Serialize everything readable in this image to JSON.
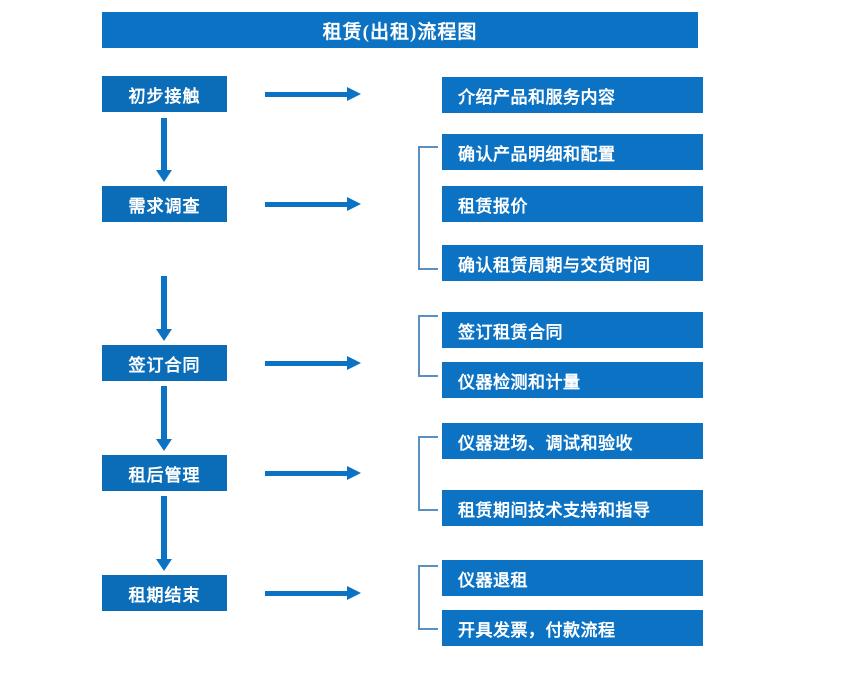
{
  "chart_data": {
    "type": "diagram",
    "diagram_kind": "flowchart",
    "title": "租赁(出租)流程图",
    "orientation": "vertical-stages-with-horizontal-details",
    "stages": [
      {
        "label": "初步接触",
        "details": [
          "介绍产品和服务内容"
        ]
      },
      {
        "label": "需求调查",
        "details": [
          "确认产品明细和配置",
          "租赁报价",
          "确认租赁周期与交货时间"
        ]
      },
      {
        "label": "签订合同",
        "details": [
          "签订租赁合同",
          "仪器检测和计量"
        ]
      },
      {
        "label": "租后管理",
        "details": [
          "仪器进场、调试和验收",
          "租赁期间技术支持和指导"
        ]
      },
      {
        "label": "租期结束",
        "details": [
          "仪器退租",
          "开具发票，付款流程"
        ]
      }
    ]
  },
  "colors": {
    "title_bar": "#0b72c4",
    "stage_box": "#0b6cb8",
    "detail_box": "#0b72c4",
    "arrow": "#0b72c4",
    "bracket": "#5b8fc0",
    "text": "#ffffff",
    "background": "#ffffff"
  },
  "header": {
    "title": "租赁(出租)流程图"
  },
  "stages": {
    "s1": "初步接触",
    "s2": "需求调查",
    "s3": "签订合同",
    "s4": "租后管理",
    "s5": "租期结束"
  },
  "details": {
    "d1": "介绍产品和服务内容",
    "d2": "确认产品明细和配置",
    "d3": "租赁报价",
    "d4": "确认租赁周期与交货时间",
    "d5": "签订租赁合同",
    "d6": "仪器检测和计量",
    "d7": "仪器进场、调试和验收",
    "d8": "租赁期间技术支持和指导",
    "d9": "仪器退租",
    "d10": "开具发票，付款流程"
  }
}
